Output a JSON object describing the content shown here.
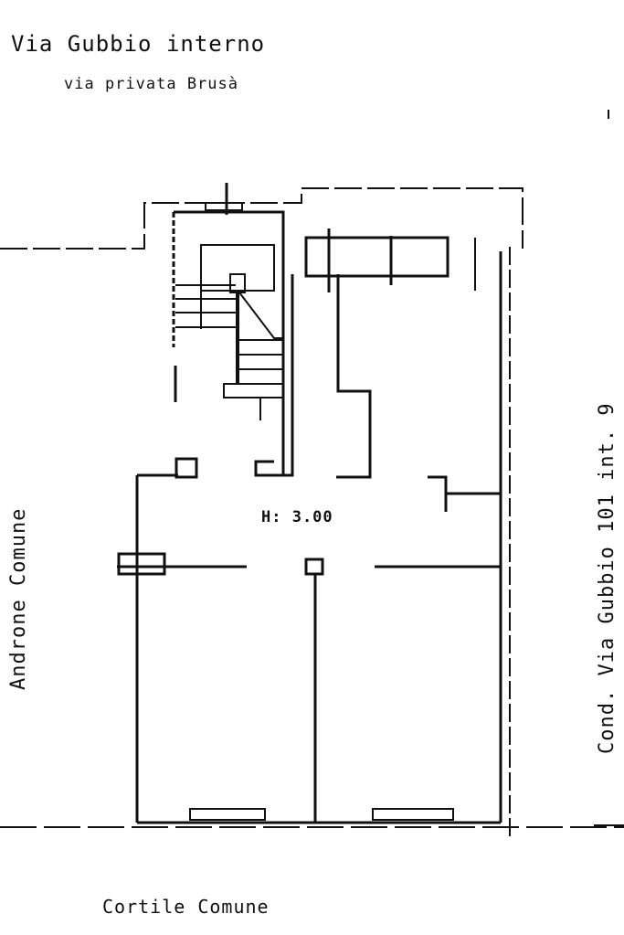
{
  "labels": {
    "top_line1": "Via  Gubbio  interno",
    "top_line2": "via privata  Brusà",
    "left_side": "Androne  Comune",
    "right_side": "Cond.  Via  Gubbio  101 int. 9",
    "bottom": "Cortile    Comune",
    "height_note": "H: 3.00"
  }
}
